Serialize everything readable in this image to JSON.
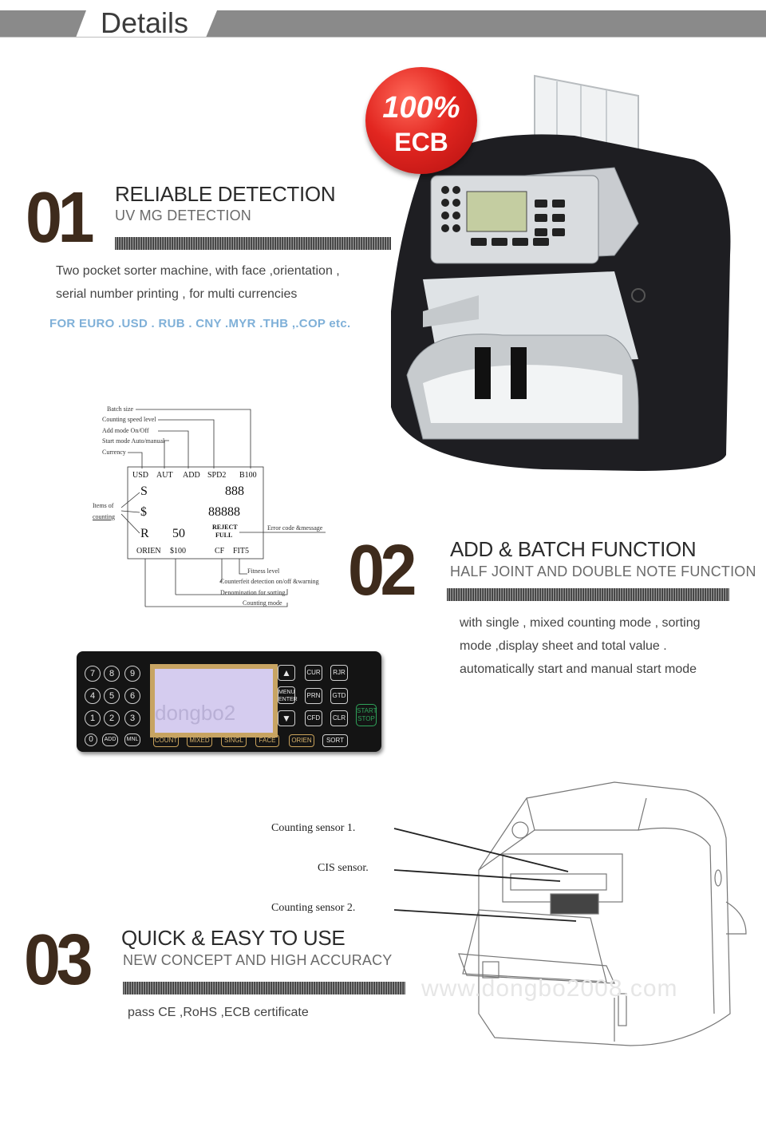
{
  "header": {
    "title": "Details"
  },
  "badge": {
    "line1": "100%",
    "line2": "ECB"
  },
  "sections": [
    {
      "number": "01",
      "title": "RELIABLE DETECTION",
      "subtitle": "UV MG DETECTION",
      "text1": "Two pocket sorter  machine, with face ,orientation ,",
      "text2": "serial number printing , for multi currencies",
      "currencies": "FOR EURO .USD . RUB  . CNY .MYR .THB ,.COP etc."
    },
    {
      "number": "02",
      "title": "ADD & BATCH FUNCTION",
      "subtitle": "HALF JOINT AND DOUBLE NOTE FUNCTION",
      "text1": "with single , mixed counting mode , sorting",
      "text2": "mode ,display sheet and total value .",
      "text3": "automatically start and manual start mode"
    },
    {
      "number": "03",
      "title": "QUICK & EASY TO USE",
      "subtitle": "NEW CONCEPT  AND HIGH ACCURACY",
      "text1": "pass CE ,RoHS ,ECB certificate"
    }
  ],
  "diagram": {
    "labels_top": [
      "Batch size",
      "Counting speed level",
      "Add mode On/Off",
      "Start mode Auto/manual",
      "Currency"
    ],
    "items_label": [
      "Items of",
      "counting"
    ],
    "error_label": "Error code &message",
    "labels_bottom": [
      "Fitness level",
      "Counterfeit detection on/off &warning",
      "Denomination  for sorting",
      "Counting mode"
    ],
    "display": {
      "row1": [
        "USD",
        "AUT",
        "ADD",
        "SPD2",
        "B100"
      ],
      "s1": "S",
      "v1": "888",
      "s2": "$",
      "v2": "88888",
      "r": "R",
      "r_val": "50",
      "reject": "REJECT",
      "full": "FULL",
      "row_bottom": [
        "ORIEN",
        "$100",
        "CF",
        "FIT5"
      ]
    }
  },
  "keypad": {
    "digits": [
      "7",
      "8",
      "9",
      "4",
      "5",
      "6",
      "1",
      "2",
      "3",
      "0"
    ],
    "small_round": [
      "ADD",
      "MNL"
    ],
    "func_keys": [
      "COUNT",
      "MIXED",
      "SINGL",
      "FACE",
      "ORIEN"
    ],
    "sort": "SORT",
    "right_keys": [
      "CUR",
      "RJR",
      "MENU ENTER",
      "PRN",
      "GTD",
      "CFD",
      "CLR"
    ],
    "start_stop": [
      "START",
      "STOP"
    ],
    "lcd_watermark": "dongbo2"
  },
  "sensors": [
    "Counting sensor 1.",
    "CIS sensor.",
    "Counting sensor 2."
  ],
  "watermarks": [
    "www.dongbo2008.com"
  ],
  "colors": {
    "brand_dark": "#3e2b1c",
    "badge_red": "#d71f1f",
    "currency_blue": "#7fb0d8",
    "key_gold": "#c8a15a",
    "start_green": "#2fa35a"
  }
}
